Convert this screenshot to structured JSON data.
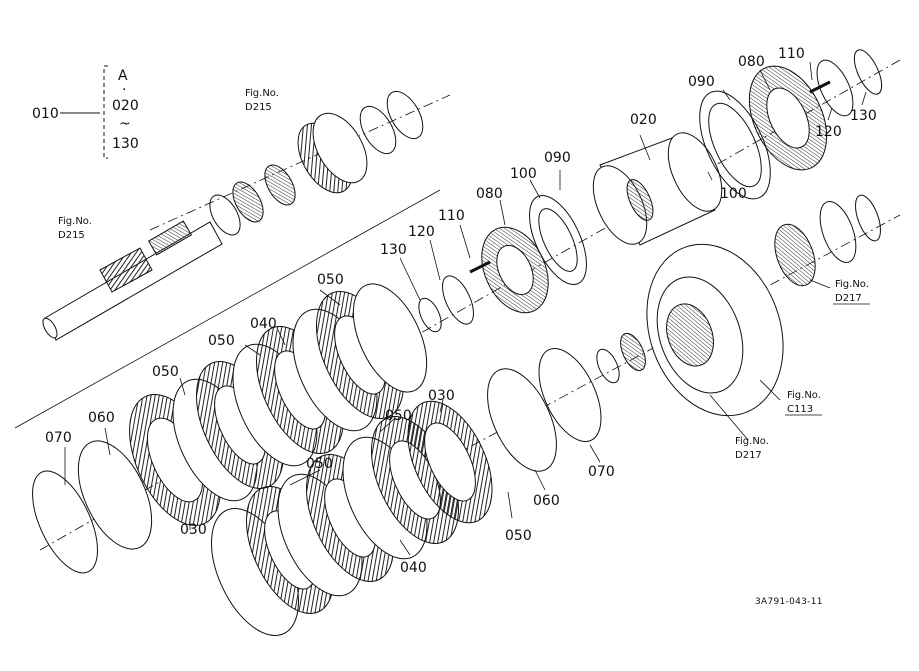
{
  "group": {
    "part": "010",
    "top": "A",
    "dot": "·",
    "from": "020",
    "tilde": "~",
    "to": "130"
  },
  "part_labels": [
    "020",
    "030",
    "040",
    "050",
    "060",
    "070",
    "080",
    "090",
    "100",
    "110",
    "120",
    "130"
  ],
  "callouts": {
    "c020": "020",
    "c080_top": "080",
    "c110_top": "110",
    "c090_top": "090",
    "c130_top": "130",
    "c120_top": "120",
    "c100_top": "100",
    "c100_mid": "100",
    "c090_mid": "090",
    "c080_mid": "080",
    "c110_mid": "110",
    "c120_mid": "120",
    "c130_mid": "130",
    "c050_a": "050",
    "c040_a": "040",
    "c050_b": "050",
    "c050_c": "050",
    "c070_left": "070",
    "c060_left": "060",
    "c030_left": "030",
    "c050_d": "050",
    "c030_right": "030",
    "c050_e": "050",
    "c040_bottom": "040",
    "c060_right": "060",
    "c070_right": "070",
    "c050_f": "050"
  },
  "fig_refs": {
    "d215_top": {
      "title": "Fig.No.",
      "num": "D215"
    },
    "d215_left": {
      "title": "Fig.No.",
      "num": "D215"
    },
    "d217_right": {
      "title": "Fig.No.",
      "num": "D217"
    },
    "c113": {
      "title": "Fig.No.",
      "num": "C113"
    },
    "d217_bottom": {
      "title": "Fig.No.",
      "num": "D217"
    }
  },
  "drawing_code": "3A791-043-11"
}
